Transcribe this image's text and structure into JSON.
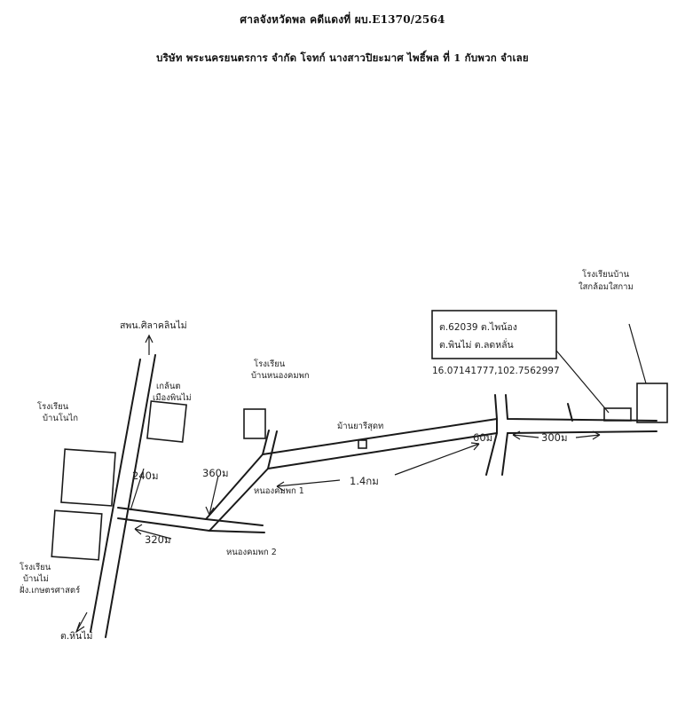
{
  "header": {
    "court_line": "ศาลจังหวัดพล คดีแดงที่ ผบ.E1370/2564",
    "parties_line": "บริษัท พระนครยนตรการ จำกัด โจทก์ นางสาวปิยะมาศ ไพธิ์พล ที่ 1 กับพวก จำเลย"
  },
  "map": {
    "labels": {
      "north_road": "สพน.ศิลาคลินไม่",
      "south_road": "ต.หินไม่",
      "school": "โรงเรียน\nบ้านโนไก",
      "temple": "เกล้นต\nเมืองพินไม่",
      "school_bottom": "โรงเรียน\nบ้านไม่\nฝั่ง.เกษตรศาสตร์",
      "village_school": "โรงเรียน\nบ้านหนองคมพก",
      "water_tank": "ม้านยารีสุดท",
      "soi_1": "หนองคมพก 1",
      "soi_2": "หนองคมพก 2",
      "target_building": "โรงเรียนบ้าน\nใสกล้อมใสกาม",
      "address_box": "ต.62039 ต.ไพน้อง\nต.พินไม่ ต.ลดหลั่น",
      "coordinates": "16.07141777,102.7562997"
    },
    "distances": {
      "d240": "240ม",
      "d360": "360ม",
      "d320": "320ม",
      "d1_4": "1.4กม",
      "d60": "60ม",
      "d300": "300ม"
    }
  }
}
